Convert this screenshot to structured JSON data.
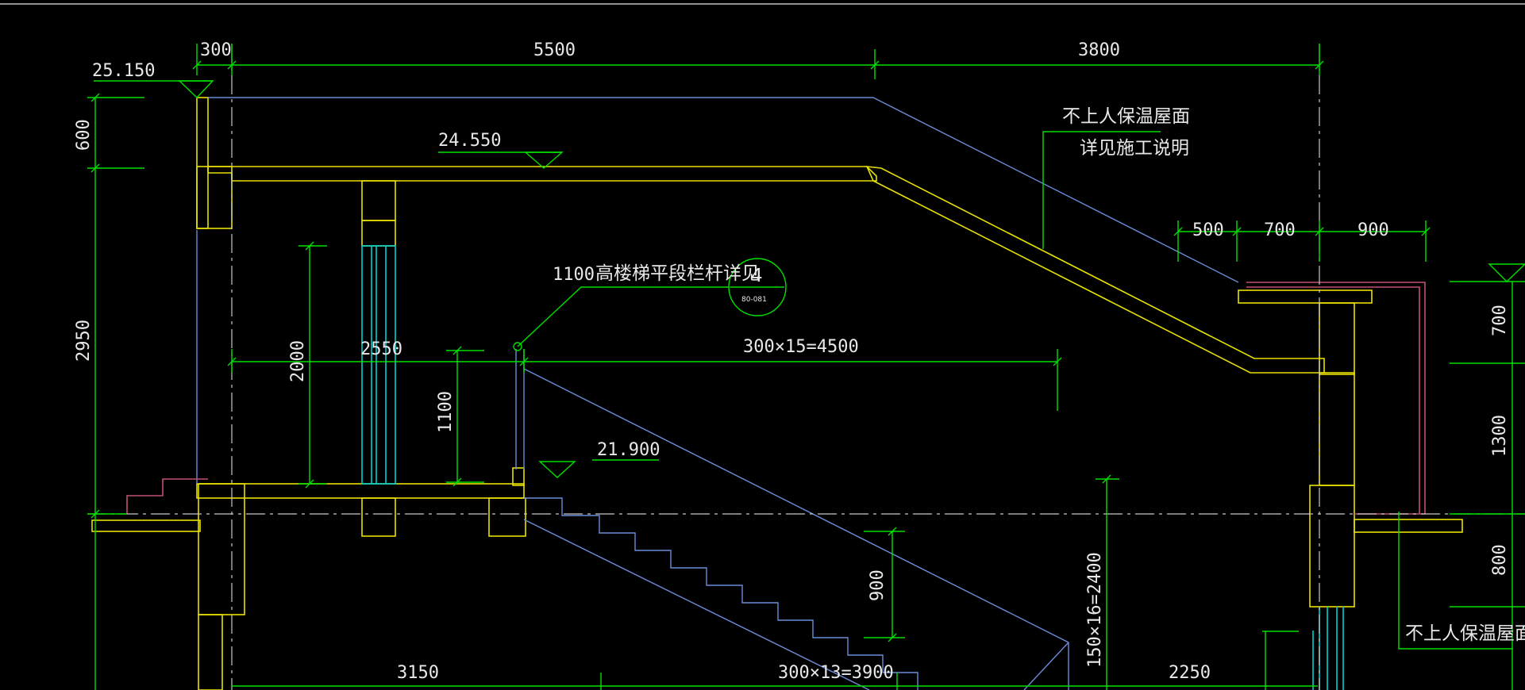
{
  "drawing": {
    "dims_top": [
      "300",
      "5500",
      "3800"
    ],
    "dims_top_right": [
      "500",
      "700",
      "900"
    ],
    "dims_left": [
      "600",
      "2950",
      "2000",
      "1100"
    ],
    "dims_right": [
      "700",
      "1300",
      "800"
    ],
    "dims_mid": [
      "2550",
      "300×15=4500",
      "900",
      "150×16=2400"
    ],
    "dims_bottom": [
      "3150",
      "300×13=3900",
      "2250"
    ],
    "elevations": [
      "25.150",
      "24.550",
      "21.900"
    ],
    "notes": {
      "roof_note_1": "不上人保温屋面",
      "roof_note_2": "详见施工说明",
      "railing_height": "1100",
      "railing_note": "高楼梯平段栏杆详见",
      "detail_number": "4",
      "detail_sheet": "80-081",
      "roof_note_right": "不上人保温屋面"
    }
  },
  "colors": {
    "background": "#000000",
    "dimension": "#00e000",
    "concrete": "#e8e000",
    "glazing": "#00d0d0",
    "outline": "#6a8cd8",
    "parapet": "#c05070",
    "text": "#e8e8e8"
  }
}
